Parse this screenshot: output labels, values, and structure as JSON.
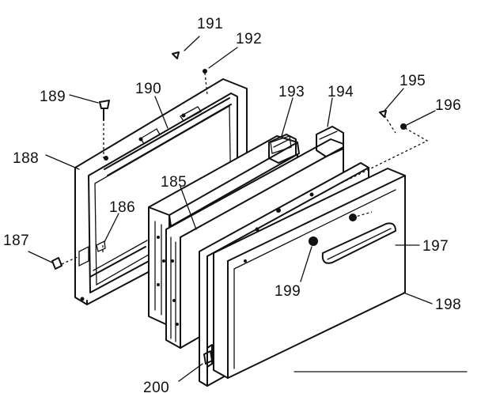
{
  "diagram": {
    "labels": {
      "p185": "185",
      "p186": "186",
      "p187": "187",
      "p188": "188",
      "p189": "189",
      "p190": "190",
      "p191": "191",
      "p192": "192",
      "p193": "193",
      "p194": "194",
      "p195": "195",
      "p196": "196",
      "p197": "197",
      "p198": "198",
      "p199": "199",
      "p200": "200"
    }
  }
}
